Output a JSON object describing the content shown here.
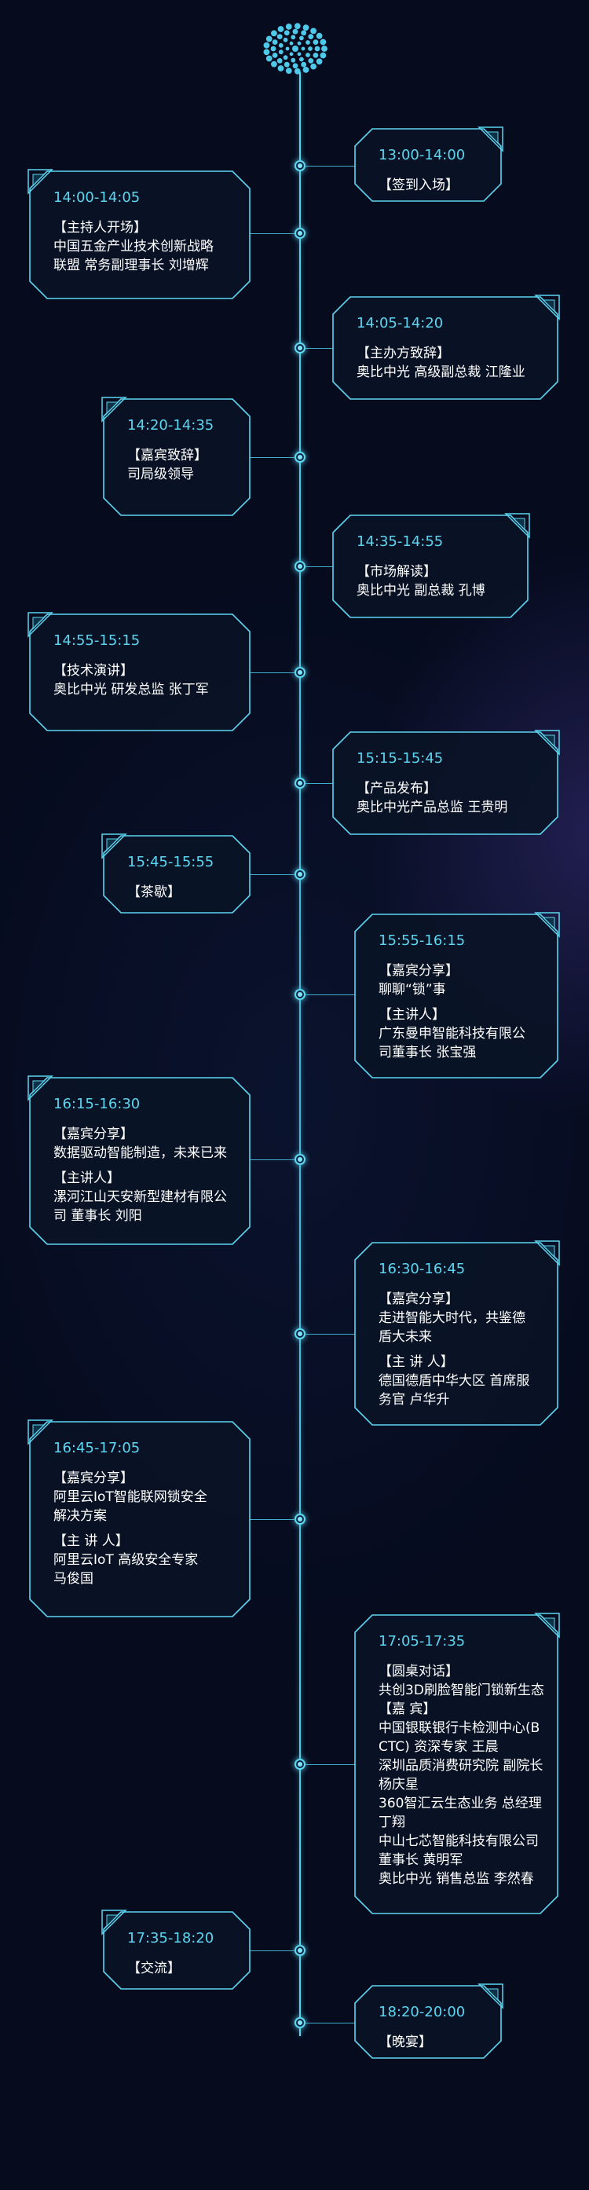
{
  "schedule": [
    {
      "time": "13:00-14:00",
      "lines": [
        "【签到入场】"
      ]
    },
    {
      "time": "14:00-14:05",
      "lines": [
        "【主持人开场】",
        "中国五金产业技术创新战略",
        "联盟 常务副理事长  刘增辉"
      ]
    },
    {
      "time": "14:05-14:20",
      "lines": [
        "【主办方致辞】",
        "奥比中光 高级副总裁  江隆业"
      ]
    },
    {
      "time": "14:20-14:35",
      "lines": [
        "【嘉宾致辞】",
        "司局级领导"
      ]
    },
    {
      "time": "14:35-14:55",
      "lines": [
        "【市场解读】",
        "奥比中光 副总裁  孔博"
      ]
    },
    {
      "time": "14:55-15:15",
      "lines": [
        "【技术演讲】",
        "奥比中光 研发总监  张丁军"
      ]
    },
    {
      "time": "15:15-15:45",
      "lines": [
        "【产品发布】",
        "奥比中光产品总监  王贵明"
      ]
    },
    {
      "time": "15:45-15:55",
      "lines": [
        "【茶歇】"
      ]
    },
    {
      "time": "15:55-16:15",
      "lines": [
        "【嘉宾分享】",
        "聊聊“锁”事",
        "",
        "【主讲人】",
        "广东曼申智能科技有限公",
        "司董事长  张宝强"
      ]
    },
    {
      "time": "16:15-16:30",
      "lines": [
        "【嘉宾分享】",
        "数据驱动智能制造，未来已来",
        "",
        "【主讲人】",
        "漯河江山天安新型建材有限公",
        "司 董事长 刘阳"
      ]
    },
    {
      "time": "16:30-16:45",
      "lines": [
        "【嘉宾分享】",
        "走进智能大时代，共鉴德",
        "盾大未来",
        "",
        "【主  讲  人】",
        "德国德盾中华大区 首席服",
        "务官 卢华升"
      ]
    },
    {
      "time": "16:45-17:05",
      "lines": [
        "【嘉宾分享】",
        "阿里云IoT智能联网锁安全",
        "解决方案",
        "",
        "【主  讲  人】",
        "阿里云IoT 高级安全专家",
        "马俊国"
      ]
    },
    {
      "time": "17:05-17:35",
      "lines": [
        "【圆桌对话】",
        "共创3D刷脸智能门锁新生态",
        "【嘉     宾】",
        "中国银联银行卡检测中心(B",
        "CTC) 资深专家  王晨",
        "深圳品质消费研究院 副院长",
        "杨庆星",
        "360智汇云生态业务 总经理",
        "丁翔",
        "中山七芯智能科技有限公司",
        "董事长  黄明军",
        "奥比中光 销售总监   李然春"
      ]
    },
    {
      "time": "17:35-18:20",
      "lines": [
        "【交流】"
      ]
    },
    {
      "time": "18:20-20:00",
      "lines": [
        "【晚宴】"
      ]
    }
  ],
  "colors": {
    "accent": "#5cd6f0",
    "background": "#060b1e",
    "card_fill": "#0a1426"
  }
}
